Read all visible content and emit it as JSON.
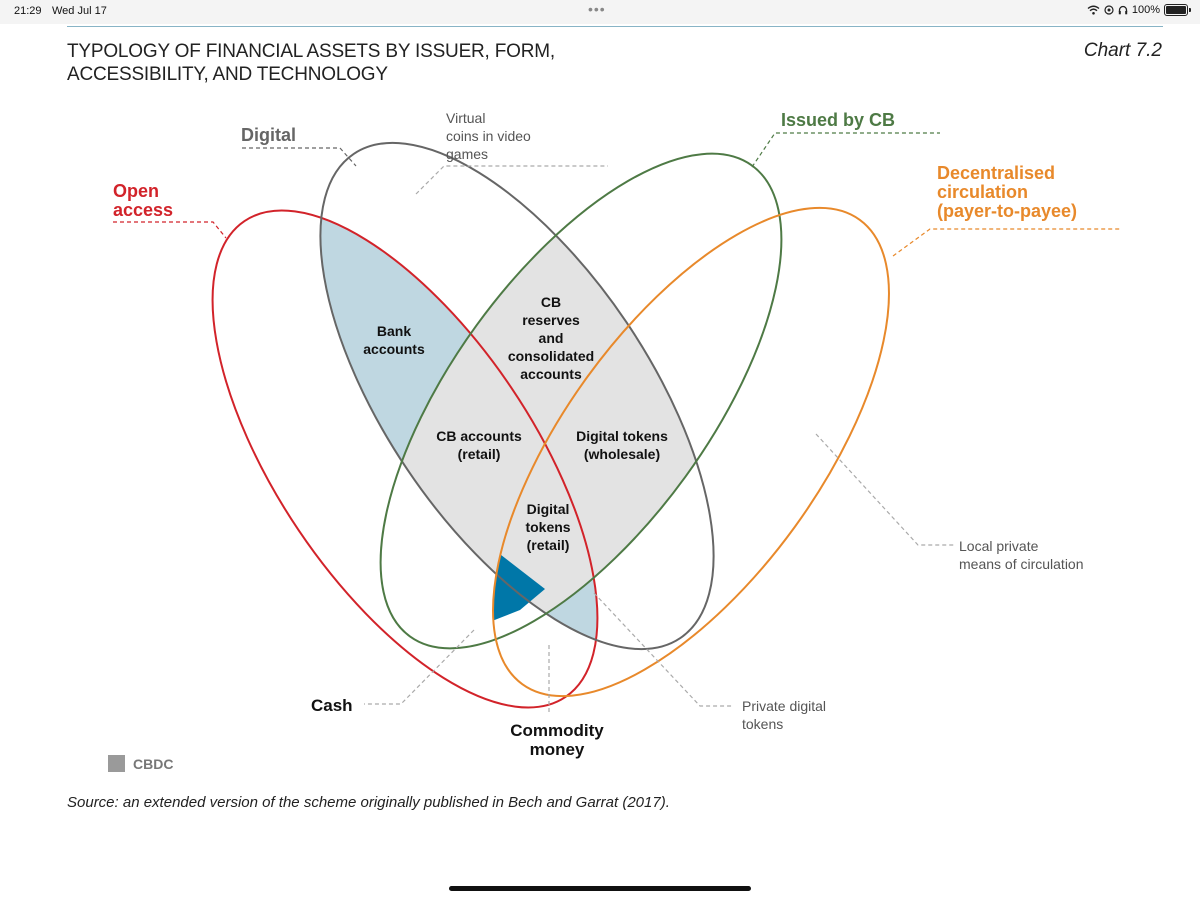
{
  "status_bar": {
    "time": "21:29",
    "date": "Wed Jul 17",
    "battery": "100%"
  },
  "header": {
    "title": "TYPOLOGY OF FINANCIAL ASSETS BY ISSUER, FORM, ACCESSIBILITY, AND TECHNOLOGY",
    "chart_number": "Chart 7.2"
  },
  "sets": {
    "digital": {
      "label": "Digital",
      "color": "#666666"
    },
    "issued_by_cb": {
      "label": "Issued by CB",
      "color": "#4e7a45"
    },
    "open_access": {
      "label_line1": "Open",
      "label_line2": "access",
      "color": "#d2232a"
    },
    "decentralised": {
      "label_line1": "Decentralised",
      "label_line2": "circulation",
      "label_line3": "(payer-to-payee)",
      "color": "#e8892b"
    }
  },
  "regions": {
    "virtual_coins": [
      "Virtual",
      "coins in video",
      "games"
    ],
    "bank_accounts": [
      "Bank",
      "accounts"
    ],
    "cb_reserves": [
      "CB",
      "reserves",
      "and",
      "consolidated",
      "accounts"
    ],
    "cb_accounts_retail": [
      "CB accounts",
      "(retail)"
    ],
    "digital_tokens_wholesale": [
      "Digital tokens",
      "(wholesale)"
    ],
    "digital_tokens_retail": [
      "Digital",
      "tokens",
      "(retail)"
    ],
    "local_private": [
      "Local private",
      "means of circulation"
    ],
    "private_digital_tokens": [
      "Private digital",
      "tokens"
    ],
    "cash": "Cash",
    "commodity_money": [
      "Commodity",
      "money"
    ]
  },
  "legend": {
    "label": "CBDC",
    "color": "#9a9a9a"
  },
  "colors": {
    "bank_accounts_fill": "#bfd7e1",
    "cbdc_fill": "#e3e3e3",
    "cash_fill": "#0077a8"
  },
  "footer": {
    "source": "Source: an extended version of the scheme originally published in Bech and Garrat (2017)."
  }
}
